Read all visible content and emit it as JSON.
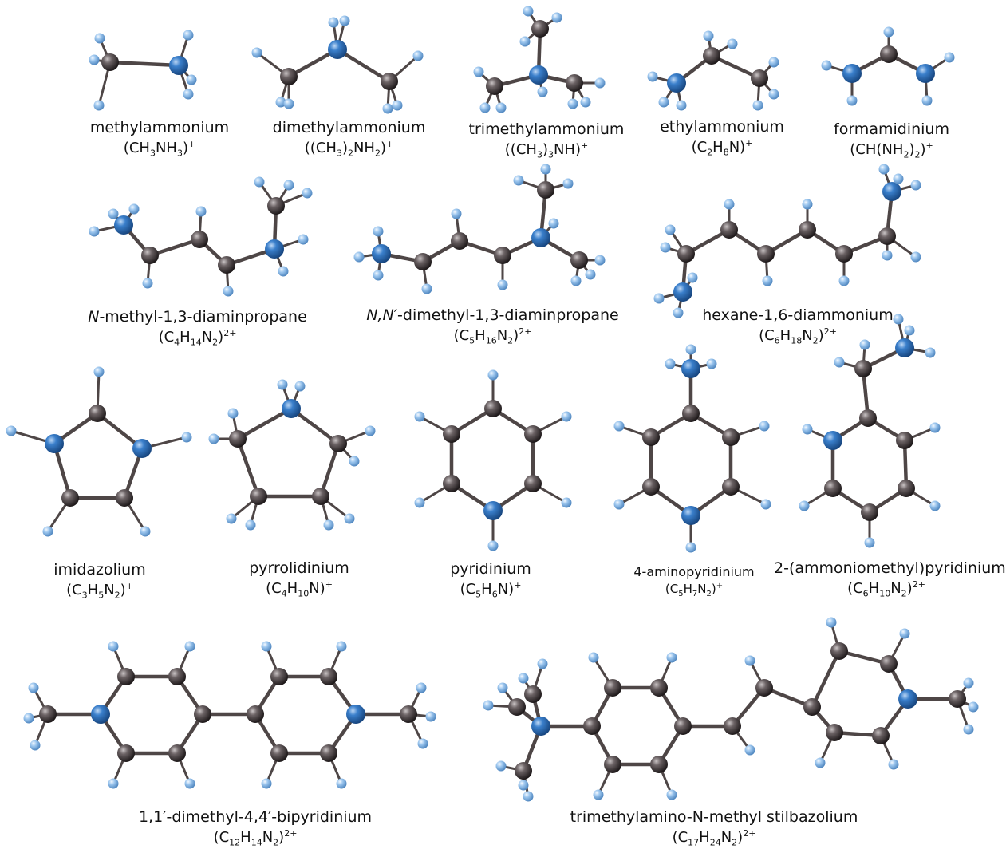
{
  "colors": {
    "carbon": "#3b3335",
    "nitrogen": "#2f6eb6",
    "hydrogen": "#8fbbe6",
    "bond": "#4e4646"
  },
  "labels": {
    "methylammonium": {
      "name": "methylammonium",
      "formula": [
        [
          "(CH",
          ""
        ],
        [
          "3",
          "sub"
        ],
        [
          "NH",
          ""
        ],
        [
          "3",
          "sub"
        ],
        [
          ")",
          ""
        ],
        [
          "+",
          "sup"
        ]
      ]
    },
    "dimethylammonium": {
      "name": "dimethylammonium",
      "formula": [
        [
          "((CH",
          ""
        ],
        [
          "3",
          "sub"
        ],
        [
          ")",
          ""
        ],
        [
          "2",
          "sub"
        ],
        [
          "NH",
          ""
        ],
        [
          "2",
          "sub"
        ],
        [
          ")",
          ""
        ],
        [
          "+",
          "sup"
        ]
      ]
    },
    "trimethylammonium": {
      "name": "trimethylammonium",
      "formula": [
        [
          "((CH",
          ""
        ],
        [
          "3",
          "sub"
        ],
        [
          ")",
          ""
        ],
        [
          "3",
          "sub"
        ],
        [
          "NH)",
          ""
        ],
        [
          "+",
          "sup"
        ]
      ]
    },
    "ethylammonium": {
      "name": "ethylammonium",
      "formula": [
        [
          "(C",
          ""
        ],
        [
          "2",
          "sub"
        ],
        [
          "H",
          ""
        ],
        [
          "8",
          "sub"
        ],
        [
          "N)",
          ""
        ],
        [
          "+",
          "sup"
        ]
      ]
    },
    "formamidinium": {
      "name": "formamidinium",
      "formula": [
        [
          "(CH(NH",
          ""
        ],
        [
          "2",
          "sub"
        ],
        [
          ")",
          ""
        ],
        [
          "2",
          "sub"
        ],
        [
          ")",
          ""
        ],
        [
          "+",
          "sup"
        ]
      ]
    },
    "n-methyl-diaminpropane": {
      "name": [
        [
          "N",
          "i"
        ],
        [
          "-methyl-1,3-diaminpropane",
          ""
        ]
      ],
      "formula": [
        [
          "(C",
          ""
        ],
        [
          "4",
          "sub"
        ],
        [
          "H",
          ""
        ],
        [
          "14",
          "sub"
        ],
        [
          "N",
          ""
        ],
        [
          "2",
          "sub"
        ],
        [
          ")",
          ""
        ],
        [
          "2+",
          "sup"
        ]
      ]
    },
    "nn-dimethyl-diaminpropane": {
      "name": [
        [
          "N,N′",
          "i"
        ],
        [
          "-dimethyl-1,3-diaminpropane",
          ""
        ]
      ],
      "formula": [
        [
          "(C",
          ""
        ],
        [
          "5",
          "sub"
        ],
        [
          "H",
          ""
        ],
        [
          "16",
          "sub"
        ],
        [
          "N",
          ""
        ],
        [
          "2",
          "sub"
        ],
        [
          ")",
          ""
        ],
        [
          "2+",
          "sup"
        ]
      ]
    },
    "hexane-diammonium": {
      "name": "hexane-1,6-diammonium",
      "formula": [
        [
          "(C",
          ""
        ],
        [
          "6",
          "sub"
        ],
        [
          "H",
          ""
        ],
        [
          "18",
          "sub"
        ],
        [
          "N",
          ""
        ],
        [
          "2",
          "sub"
        ],
        [
          ")",
          ""
        ],
        [
          "2+",
          "sup"
        ]
      ]
    },
    "imidazolium": {
      "name": "imidazolium",
      "formula": [
        [
          "(C",
          ""
        ],
        [
          "3",
          "sub"
        ],
        [
          "H",
          ""
        ],
        [
          "5",
          "sub"
        ],
        [
          "N",
          ""
        ],
        [
          "2",
          "sub"
        ],
        [
          ")",
          ""
        ],
        [
          "+",
          "sup"
        ]
      ]
    },
    "pyrrolidinium": {
      "name": "pyrrolidinium",
      "formula": [
        [
          "(C",
          ""
        ],
        [
          "4",
          "sub"
        ],
        [
          "H",
          ""
        ],
        [
          "10",
          "sub"
        ],
        [
          "N)",
          ""
        ],
        [
          "+",
          "sup"
        ]
      ]
    },
    "pyridinium": {
      "name": "pyridinium",
      "formula": [
        [
          "(C",
          ""
        ],
        [
          "5",
          "sub"
        ],
        [
          "H",
          ""
        ],
        [
          "6",
          "sub"
        ],
        [
          "N)",
          ""
        ],
        [
          "+",
          "sup"
        ]
      ]
    },
    "aminopyridinium": {
      "name": "4-aminopyridinium",
      "formula": [
        [
          "(C",
          ""
        ],
        [
          "5",
          "sub"
        ],
        [
          "H",
          ""
        ],
        [
          "7",
          "sub"
        ],
        [
          "N",
          ""
        ],
        [
          "2",
          "sub"
        ],
        [
          ")",
          ""
        ],
        [
          "+",
          "sup"
        ]
      ]
    },
    "ammoniomethyl-pyridinium": {
      "name": "2-(ammoniomethyl)pyridinium",
      "formula": [
        [
          "(C",
          ""
        ],
        [
          "6",
          "sub"
        ],
        [
          "H",
          ""
        ],
        [
          "10",
          "sub"
        ],
        [
          "N",
          ""
        ],
        [
          "2",
          "sub"
        ],
        [
          ")",
          ""
        ],
        [
          "2+",
          "sup"
        ]
      ]
    },
    "bipyridinium": {
      "name": "1,1′-dimethyl-4,4′-bipyridinium",
      "formula": [
        [
          "(C",
          ""
        ],
        [
          "12",
          "sub"
        ],
        [
          "H",
          ""
        ],
        [
          "14",
          "sub"
        ],
        [
          "N",
          ""
        ],
        [
          "2",
          "sub"
        ],
        [
          ")",
          ""
        ],
        [
          "2+",
          "sup"
        ]
      ]
    },
    "stilbazolium": {
      "name": "trimethylamino-N-methyl stilbazolium",
      "formula": [
        [
          "(C",
          ""
        ],
        [
          "17",
          "sub"
        ],
        [
          "H",
          ""
        ],
        [
          "24",
          "sub"
        ],
        [
          "N",
          ""
        ],
        [
          "2",
          "sub"
        ],
        [
          ")",
          ""
        ],
        [
          "2+",
          "sup"
        ]
      ]
    }
  }
}
